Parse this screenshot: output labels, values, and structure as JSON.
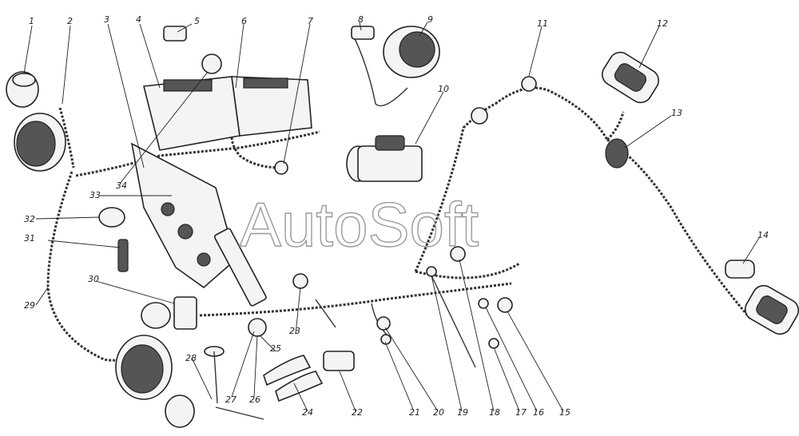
{
  "watermark": "AutoSoft",
  "callouts": [
    "1",
    "2",
    "3",
    "4",
    "5",
    "6",
    "7",
    "8",
    "9",
    "10",
    "11",
    "12",
    "13",
    "14",
    "15",
    "16",
    "17",
    "18",
    "19",
    "20",
    "21",
    "22",
    "23",
    "24",
    "25",
    "26",
    "27",
    "28",
    "29",
    "30",
    "31",
    "32",
    "33",
    "34"
  ]
}
